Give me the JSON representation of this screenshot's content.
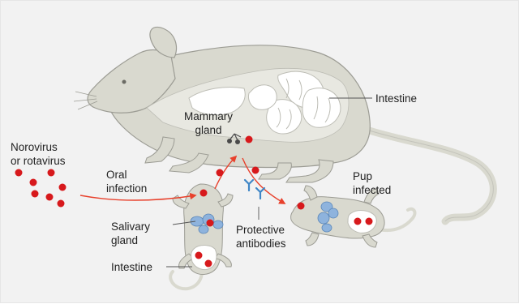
{
  "labels": {
    "virus_line1": "Norovirus",
    "virus_line2": "or rotavirus",
    "oral_line1": "Oral",
    "oral_line2": "infection",
    "mammary_line1": "Mammary",
    "mammary_line2": "gland",
    "intestine_adult": "Intestine",
    "salivary_line1": "Salivary",
    "salivary_line2": "gland",
    "intestine_pup": "Intestine",
    "antibodies_line1": "Protective",
    "antibodies_line2": "antibodies",
    "pup_line1": "Pup",
    "pup_line2": "infected"
  },
  "colors": {
    "background": "#f2f2f2",
    "mouse_body": "#d9d9cf",
    "mouse_outline": "#9c9c94",
    "organ_fill": "#ffffff",
    "virus": "#d7191c",
    "arrow": "#e8412c",
    "antibody": "#3f86c6",
    "salivary_gland": "#8eb3dd"
  }
}
